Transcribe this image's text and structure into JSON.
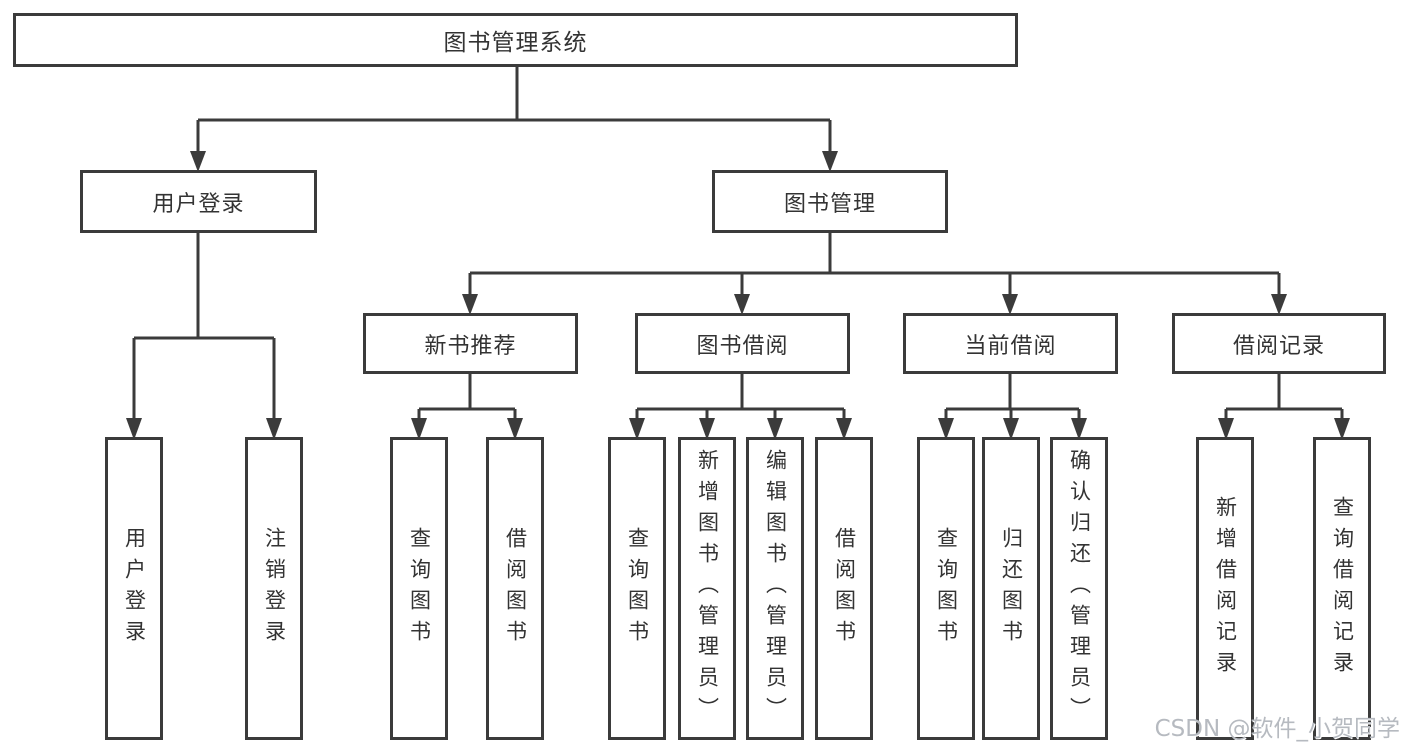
{
  "tree": {
    "root": {
      "label": "图书管理系统"
    },
    "children": [
      {
        "label": "用户登录",
        "children": [
          {
            "label": "用户登录"
          },
          {
            "label": "注销登录"
          }
        ]
      },
      {
        "label": "图书管理",
        "children": [
          {
            "label": "新书推荐",
            "children": [
              {
                "label": "查询图书"
              },
              {
                "label": "借阅图书"
              }
            ]
          },
          {
            "label": "图书借阅",
            "children": [
              {
                "label": "查询图书"
              },
              {
                "label": "新增图书（管理员）"
              },
              {
                "label": "编辑图书（管理员）"
              },
              {
                "label": "借阅图书"
              }
            ]
          },
          {
            "label": "当前借阅",
            "children": [
              {
                "label": "查询图书"
              },
              {
                "label": "归还图书"
              },
              {
                "label": "确认归还（管理员）"
              }
            ]
          },
          {
            "label": "借阅记录",
            "children": [
              {
                "label": "新增借阅记录"
              },
              {
                "label": "查询借阅记录"
              }
            ]
          }
        ]
      }
    ]
  },
  "watermark": {
    "text": "CSDN @软件_小贺同学"
  },
  "colors": {
    "line": "#3b3b3b",
    "text": "#333333",
    "watermark": "#b6bac0",
    "background": "#ffffff"
  }
}
